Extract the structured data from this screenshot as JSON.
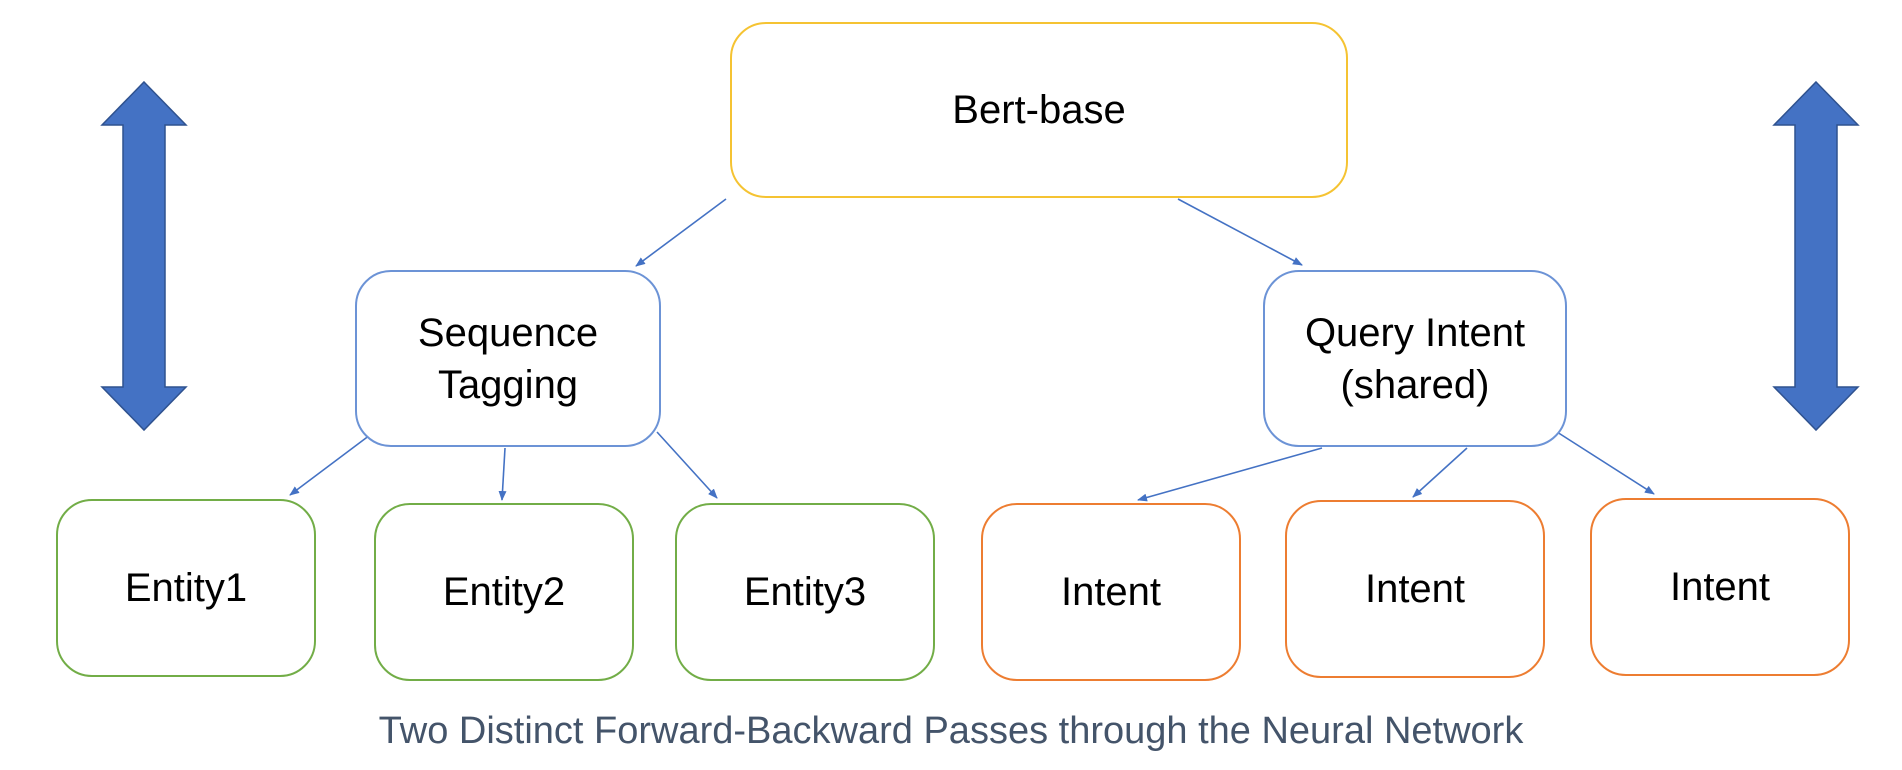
{
  "nodes": {
    "bert": "Bert-base",
    "sequence_tagging": {
      "line1": "Sequence",
      "line2": "Tagging"
    },
    "query_intent": {
      "line1": "Query Intent",
      "line2": "(shared)"
    },
    "entities": [
      "Entity1",
      "Entity2",
      "Entity3"
    ],
    "intents": [
      "Intent",
      "Intent",
      "Intent"
    ]
  },
  "caption": "Two Distinct Forward-Backward Passes through the Neural Network",
  "colors": {
    "bert_border": "#F5C332",
    "middle_border": "#6C93D6",
    "entity_border": "#72AD47",
    "intent_border": "#ED7D31",
    "arrow": "#4472C4",
    "caption": "#44546A"
  },
  "icons": [
    "double-headed-vertical-arrow",
    "double-headed-vertical-arrow"
  ]
}
